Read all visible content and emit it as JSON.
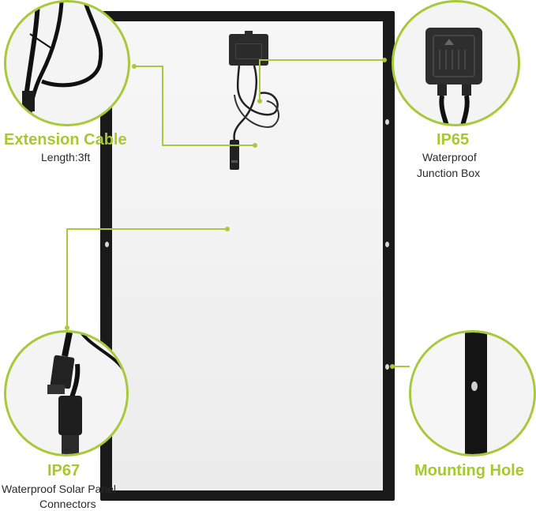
{
  "callouts": {
    "extension_cable": {
      "title": "Extension Cable",
      "sub": "Length:3ft"
    },
    "junction_box": {
      "title": "IP65",
      "sub_line1": "Waterproof",
      "sub_line2": "Junction Box"
    },
    "connectors": {
      "title": "IP67",
      "sub_line1": "Waterproof Solar Panel",
      "sub_line2": "Connectors"
    },
    "mounting_hole": {
      "title": "Mounting Hole"
    }
  },
  "colors": {
    "accent": "#a8c93a",
    "frame": "#1a1a1a",
    "panel_back": "#f1f1f1",
    "text": "#2a2a2a"
  }
}
